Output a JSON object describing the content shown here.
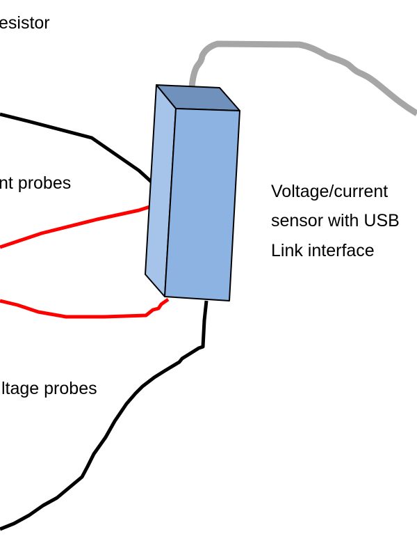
{
  "labels": {
    "resistor": "esistor",
    "current_probes": "nt probes",
    "sensor_line1": "Voltage/current",
    "sensor_line2": "sensor with USB",
    "sensor_line3": "Link interface",
    "voltage_probes": "ltage probes"
  },
  "colors": {
    "box_front": "#8db3e2",
    "box_side": "#a6c4ea",
    "box_top": "#6f91bb",
    "usb_cable": "#a6a6a6",
    "current_probe_red": "#ff0000",
    "probe_black": "#000000"
  }
}
